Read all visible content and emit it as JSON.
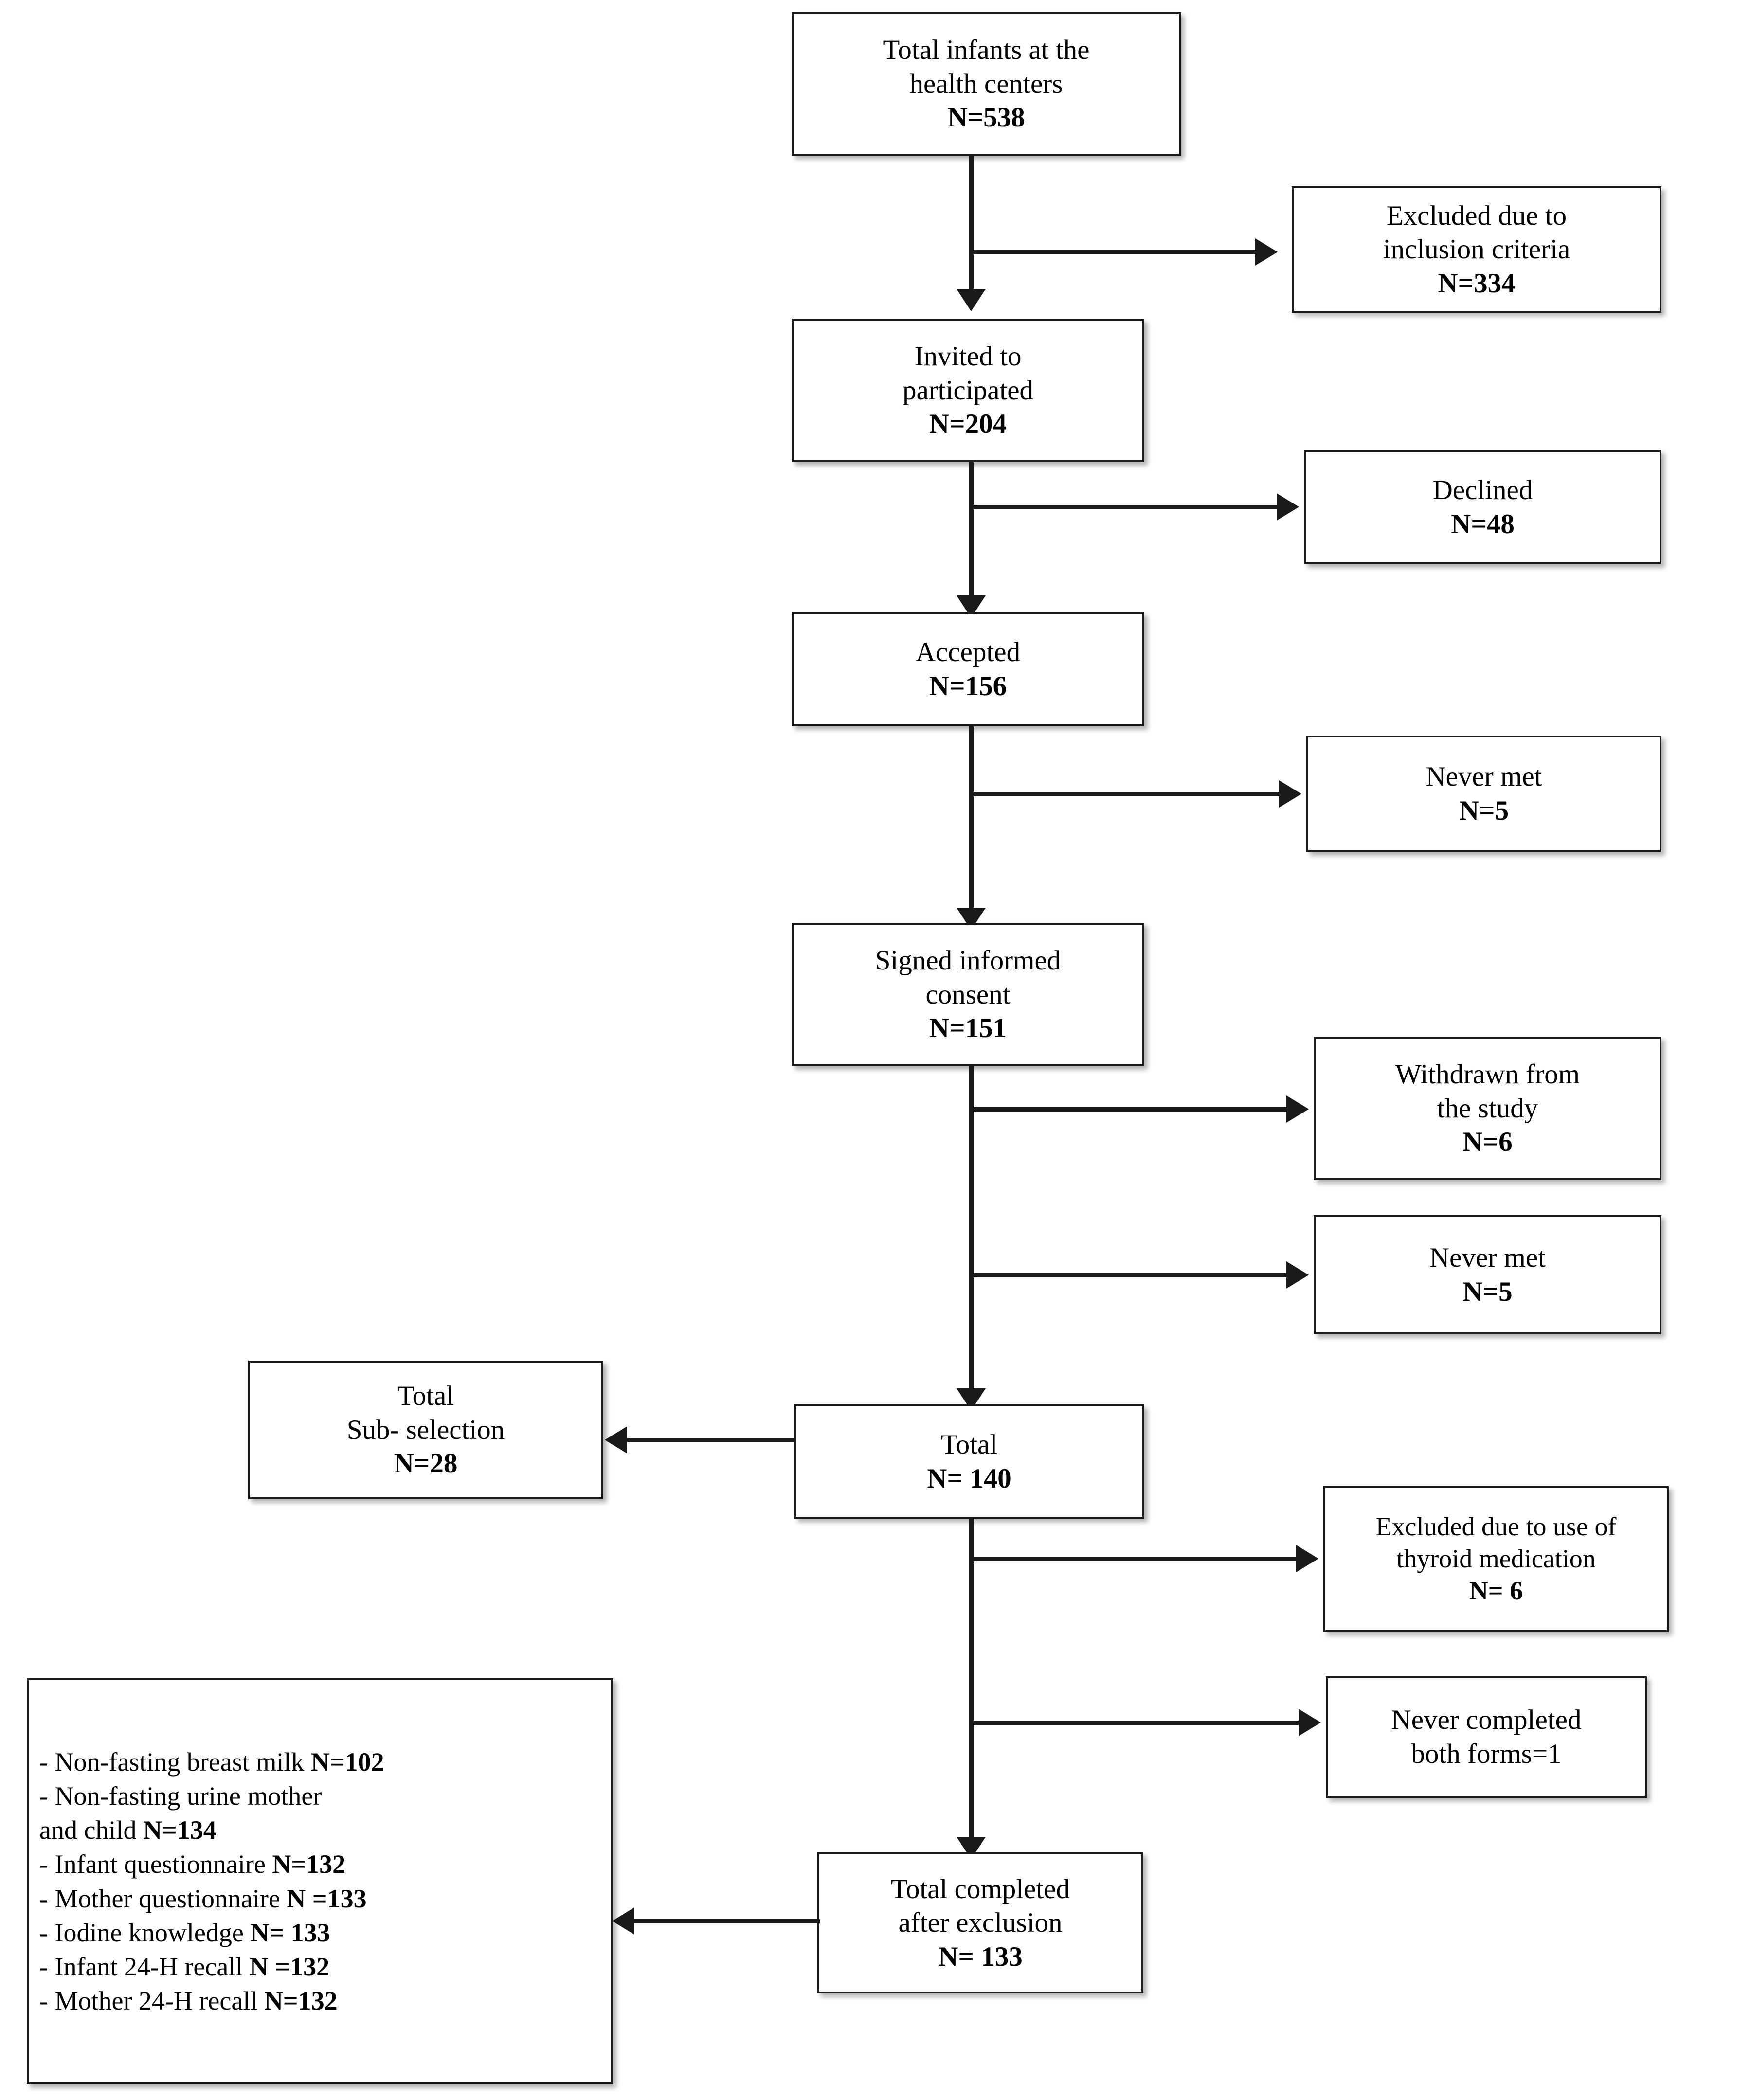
{
  "diagram": {
    "type": "study-participant-flow-chart",
    "accent_color": "#1a1a1a",
    "background_color": "#ffffff",
    "nodes": {
      "total_infants": {
        "line1": "Total infants at the",
        "line2": "health centers",
        "n": "N=538"
      },
      "excluded_inclusion": {
        "line1": "Excluded due to",
        "line2": "inclusion criteria",
        "n": "N=334"
      },
      "invited": {
        "line1": "Invited to",
        "line2": "participated",
        "n": "N=204"
      },
      "declined": {
        "line1": "Declined",
        "n": "N=48"
      },
      "accepted": {
        "line1": "Accepted",
        "n": "N=156"
      },
      "never_met_1": {
        "line1": "Never met",
        "n": "N=5"
      },
      "signed_consent": {
        "line1": "Signed informed",
        "line2": "consent",
        "n": "N=151"
      },
      "withdrawn": {
        "line1": "Withdrawn from",
        "line2": "the study",
        "n": "N=6"
      },
      "never_met_2": {
        "line1": "Never met",
        "n": "N=5"
      },
      "sub_selection": {
        "line1": "Total",
        "line2": "Sub- selection",
        "n": "N=28"
      },
      "total_140": {
        "line1": "Total",
        "n": "N= 140"
      },
      "excluded_thyroid": {
        "line1": "Excluded due to use of",
        "line2": "thyroid medication",
        "n": "N= 6"
      },
      "never_completed": {
        "line1": "Never completed",
        "line2": "both forms=1"
      },
      "total_completed": {
        "line1": "Total completed",
        "line2": "after exclusion",
        "n": "N= 133"
      },
      "collected_data": {
        "items": [
          {
            "label": "- Non-fasting breast milk ",
            "n": "N=102"
          },
          {
            "label": "- Non-fasting urine mother",
            "n": ""
          },
          {
            "label": "and child ",
            "n": "N=134"
          },
          {
            "label": "- Infant questionnaire ",
            "n": "N=132"
          },
          {
            "label": "- Mother questionnaire ",
            "n": "N =133"
          },
          {
            "label": "- Iodine knowledge ",
            "n": "N= 133"
          },
          {
            "label": "- Infant 24-H recall ",
            "n": "N =132"
          },
          {
            "label": "- Mother 24-H recall ",
            "n": "N=132"
          }
        ]
      }
    }
  }
}
